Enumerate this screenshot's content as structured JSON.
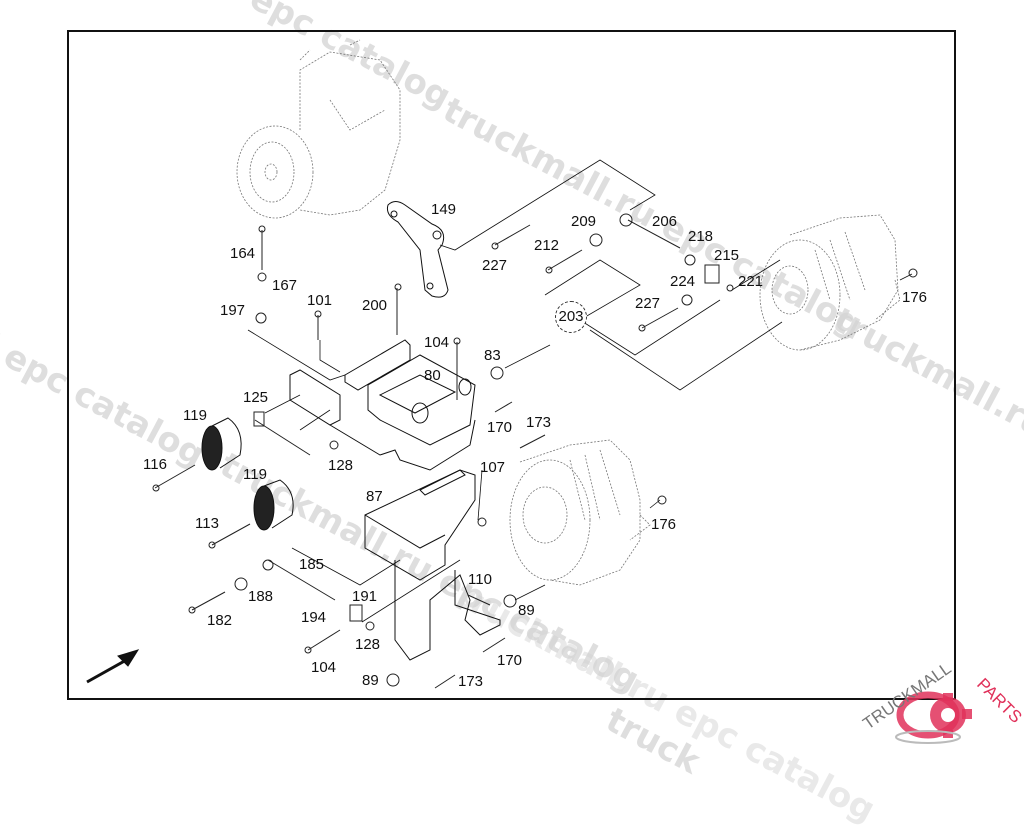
{
  "diagram": {
    "type": "exploded-parts-diagram",
    "subject": "Alternator and compressor mounting brackets",
    "callouts": [
      {
        "id": "c149",
        "label": "149"
      },
      {
        "id": "c164",
        "label": "164"
      },
      {
        "id": "c167",
        "label": "167"
      },
      {
        "id": "c197",
        "label": "197"
      },
      {
        "id": "c101",
        "label": "101"
      },
      {
        "id": "c200",
        "label": "200"
      },
      {
        "id": "c104a",
        "label": "104"
      },
      {
        "id": "c83",
        "label": "83"
      },
      {
        "id": "c80",
        "label": "80"
      },
      {
        "id": "c227a",
        "label": "227"
      },
      {
        "id": "c212",
        "label": "212"
      },
      {
        "id": "c209",
        "label": "209"
      },
      {
        "id": "c206",
        "label": "206"
      },
      {
        "id": "c218",
        "label": "218"
      },
      {
        "id": "c215",
        "label": "215"
      },
      {
        "id": "c224",
        "label": "224"
      },
      {
        "id": "c221",
        "label": "221"
      },
      {
        "id": "c227b",
        "label": "227"
      },
      {
        "id": "c203",
        "label": "203"
      },
      {
        "id": "c176a",
        "label": "176"
      },
      {
        "id": "c125",
        "label": "125"
      },
      {
        "id": "c119a",
        "label": "119"
      },
      {
        "id": "c116",
        "label": "116"
      },
      {
        "id": "c128a",
        "label": "128"
      },
      {
        "id": "c170a",
        "label": "170"
      },
      {
        "id": "c173a",
        "label": "173"
      },
      {
        "id": "c107",
        "label": "107"
      },
      {
        "id": "c87",
        "label": "87"
      },
      {
        "id": "c119b",
        "label": "119"
      },
      {
        "id": "c113",
        "label": "113"
      },
      {
        "id": "c176b",
        "label": "176"
      },
      {
        "id": "c185",
        "label": "185"
      },
      {
        "id": "c188",
        "label": "188"
      },
      {
        "id": "c182",
        "label": "182"
      },
      {
        "id": "c194",
        "label": "194"
      },
      {
        "id": "c191",
        "label": "191"
      },
      {
        "id": "c128b",
        "label": "128"
      },
      {
        "id": "c110",
        "label": "110"
      },
      {
        "id": "c89a",
        "label": "89"
      },
      {
        "id": "c104b",
        "label": "104"
      },
      {
        "id": "c170b",
        "label": "170"
      },
      {
        "id": "c89b",
        "label": "89"
      },
      {
        "id": "c173b",
        "label": "173"
      }
    ],
    "direction_arrow": "arrow-up-right-icon"
  },
  "watermarks": [
    "epc catalog",
    "truckmall.ru epc catalog",
    "l epc catalog",
    "truckmall.ru epc catalog",
    "truckmall.ru e",
    "truckmall.ru epc catalog",
    "truck"
  ],
  "logo": {
    "text_dark": "TRUCKMALL",
    "text_accent": "PARTS",
    "accent_color": "#e0315a",
    "icon": "gear-icon"
  }
}
